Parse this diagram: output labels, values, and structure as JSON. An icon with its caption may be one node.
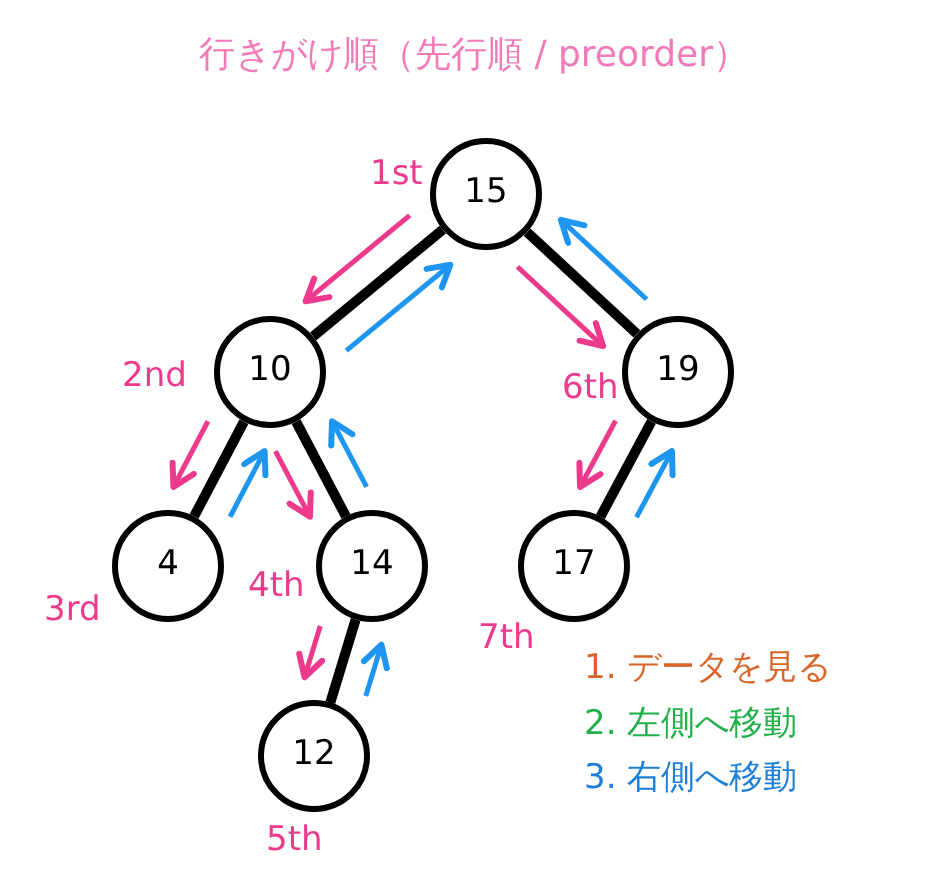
{
  "diagram": {
    "title": "行きがけ順（先行順 / preorder）",
    "nodes": [
      {
        "text": [
          "15"
        ],
        "beside": [
          "1st"
        ]
      },
      {
        "text": [
          "10"
        ],
        "beside": [
          "2nd"
        ]
      },
      {
        "text": [
          "19"
        ],
        "beside": [
          "6th"
        ]
      },
      {
        "text": [
          "4"
        ],
        "beside": [
          "3rd"
        ]
      },
      {
        "text": [
          "14"
        ],
        "beside": [
          "4th"
        ]
      },
      {
        "text": [
          "12"
        ],
        "beside": [
          "5th"
        ]
      },
      {
        "text": [
          "17"
        ],
        "beside": [
          "7th"
        ]
      }
    ],
    "edges": [
      {
        "from": 0,
        "to": 1,
        "arrow": "none",
        "style": "thick"
      },
      {
        "from": 0,
        "to": 2,
        "arrow": "none",
        "style": "thick"
      },
      {
        "from": 1,
        "to": 3,
        "arrow": "none",
        "style": "thick"
      },
      {
        "from": 1,
        "to": 4,
        "arrow": "none",
        "style": "thick"
      },
      {
        "from": 4,
        "to": 5,
        "arrow": "none",
        "style": "thick"
      },
      {
        "from": 2,
        "to": 6,
        "arrow": "none",
        "style": "thick"
      },
      {
        "from": 0,
        "to": 1,
        "arrow": "to",
        "color": "#ee3a8c"
      },
      {
        "from": 1,
        "to": 3,
        "arrow": "to",
        "color": "#ee3a8c"
      },
      {
        "from": 3,
        "to": 1,
        "arrow": "to",
        "color": "#1e96f0"
      },
      {
        "from": 1,
        "to": 4,
        "arrow": "to",
        "color": "#ee3a8c"
      },
      {
        "from": 4,
        "to": 5,
        "arrow": "to",
        "color": "#ee3a8c"
      },
      {
        "from": 5,
        "to": 4,
        "arrow": "to",
        "color": "#1e96f0"
      },
      {
        "from": 4,
        "to": 1,
        "arrow": "to",
        "color": "#1e96f0"
      },
      {
        "from": 1,
        "to": 0,
        "arrow": "to",
        "color": "#1e96f0"
      },
      {
        "from": 0,
        "to": 2,
        "arrow": "to",
        "color": "#ee3a8c"
      },
      {
        "from": 2,
        "to": 6,
        "arrow": "to",
        "color": "#ee3a8c"
      },
      {
        "from": 6,
        "to": 2,
        "arrow": "to",
        "color": "#1e96f0"
      },
      {
        "from": 2,
        "to": 0,
        "arrow": "to",
        "color": "#1e96f0"
      }
    ],
    "legend": [
      {
        "text": "1. データを見る",
        "color": "#d8652a"
      },
      {
        "text": "2. 左側へ移動",
        "color": "#22b04b"
      },
      {
        "text": "3. 右側へ移動",
        "color": "#1e7fd8"
      }
    ]
  }
}
